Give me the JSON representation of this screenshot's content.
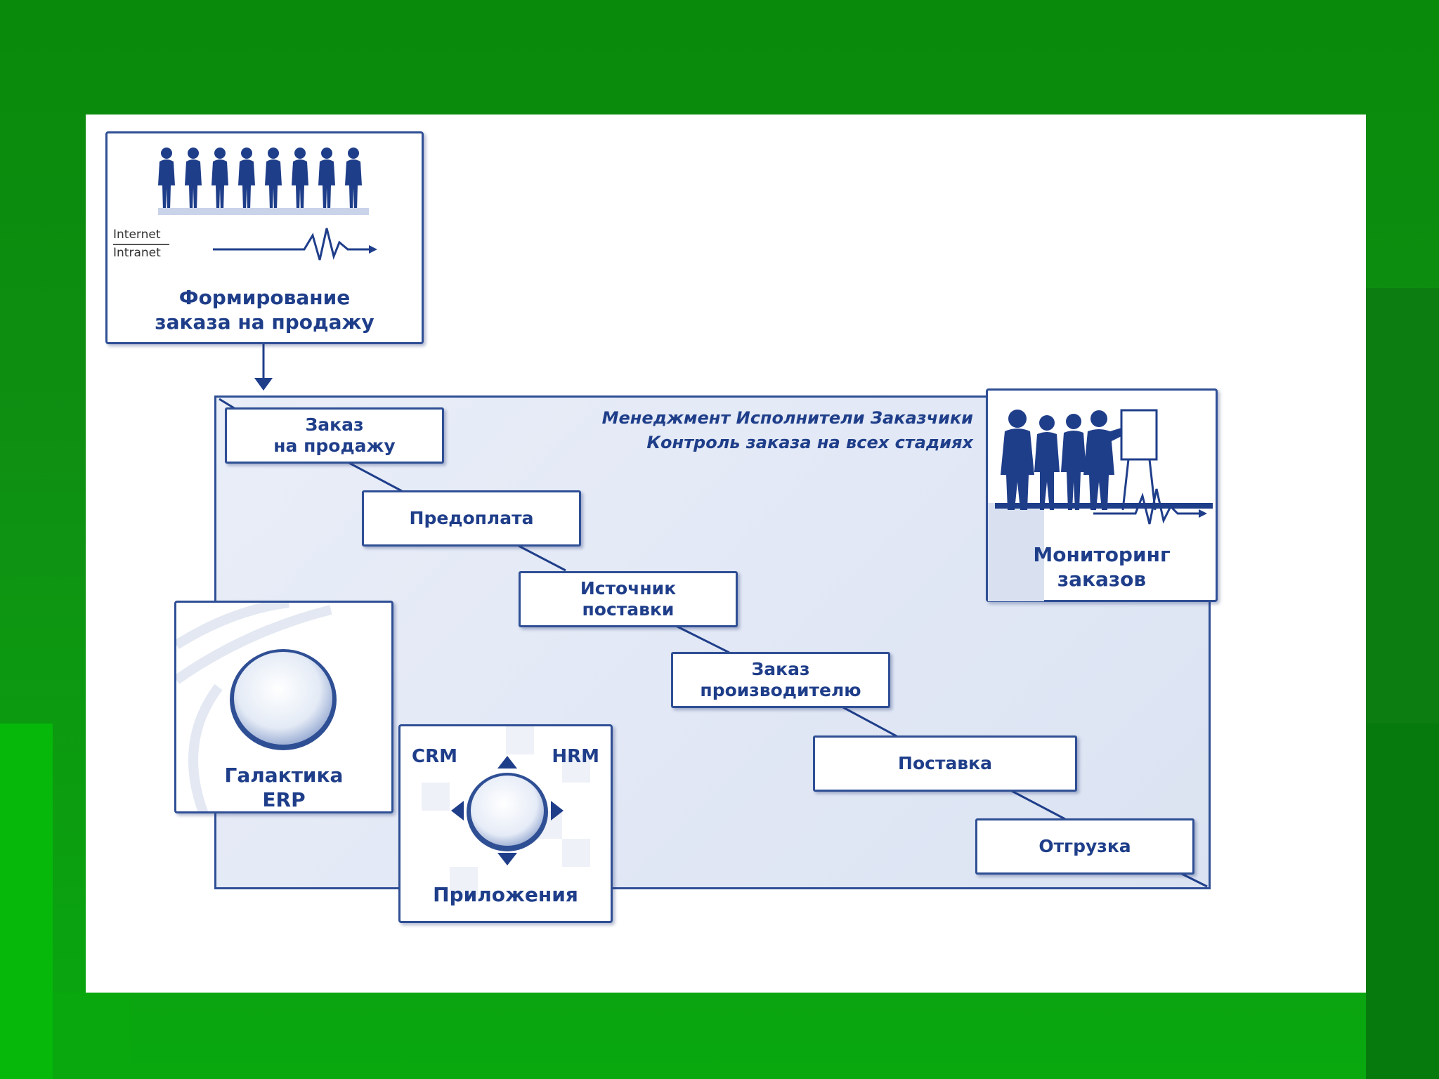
{
  "colors": {
    "background": "#0a8a0a",
    "canvas": "#ffffff",
    "accent": "#1f3e8a",
    "panel": "#e2e8f5"
  },
  "order_form": {
    "network_labels": [
      "Internet",
      "Intranet"
    ],
    "caption": "Формирование\nзаказа на продажу",
    "icons": [
      "people-silhouettes-icon",
      "signal-wave-icon"
    ]
  },
  "header": {
    "line1": "Менеджмент  Исполнители  Заказчики",
    "line2": "Контроль заказа на всех стадиях"
  },
  "steps": [
    "Заказ\nна продажу",
    "Предоплата",
    "Источник\nпоставки",
    "Заказ\nпроизводителю",
    "Поставка",
    "Отгрузка"
  ],
  "monitoring": {
    "caption": "Мониторинг\nзаказов",
    "icons": [
      "presentation-people-icon",
      "signal-wave-icon"
    ]
  },
  "erp": {
    "caption": "Галактика\nERP",
    "icon": "sphere-icon"
  },
  "apps": {
    "left_label": "CRM",
    "right_label": "HRM",
    "caption": "Приложения",
    "icon": "sphere-arrows-icon"
  }
}
